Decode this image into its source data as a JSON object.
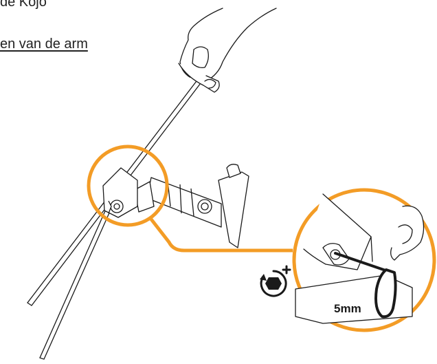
{
  "instructions": {
    "line_1": "de Kojo",
    "line_2": "en van de arm"
  },
  "detail": {
    "tool_size_label": "5mm"
  },
  "colors": {
    "accent": "#F39C26",
    "stroke": "#1a1a1a",
    "text": "#222222"
  },
  "icons": {
    "tighten": "tighten-nut-clockwise-icon"
  }
}
